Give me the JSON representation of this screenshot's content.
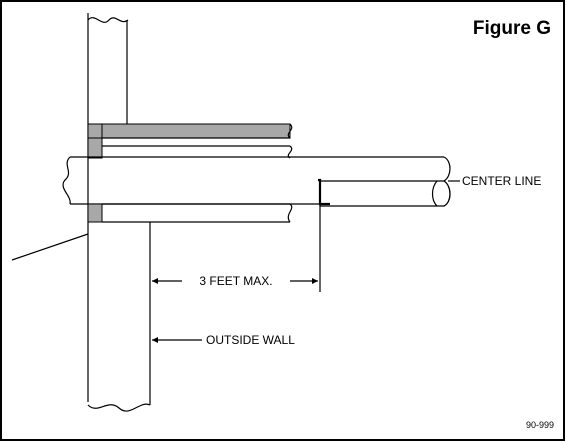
{
  "figure": {
    "title": "Figure G",
    "code": "90-999"
  },
  "callouts": {
    "center_line": "CENTER LINE",
    "max_distance": "3 FEET MAX.",
    "outside_wall": "OUTSIDE WALL"
  }
}
